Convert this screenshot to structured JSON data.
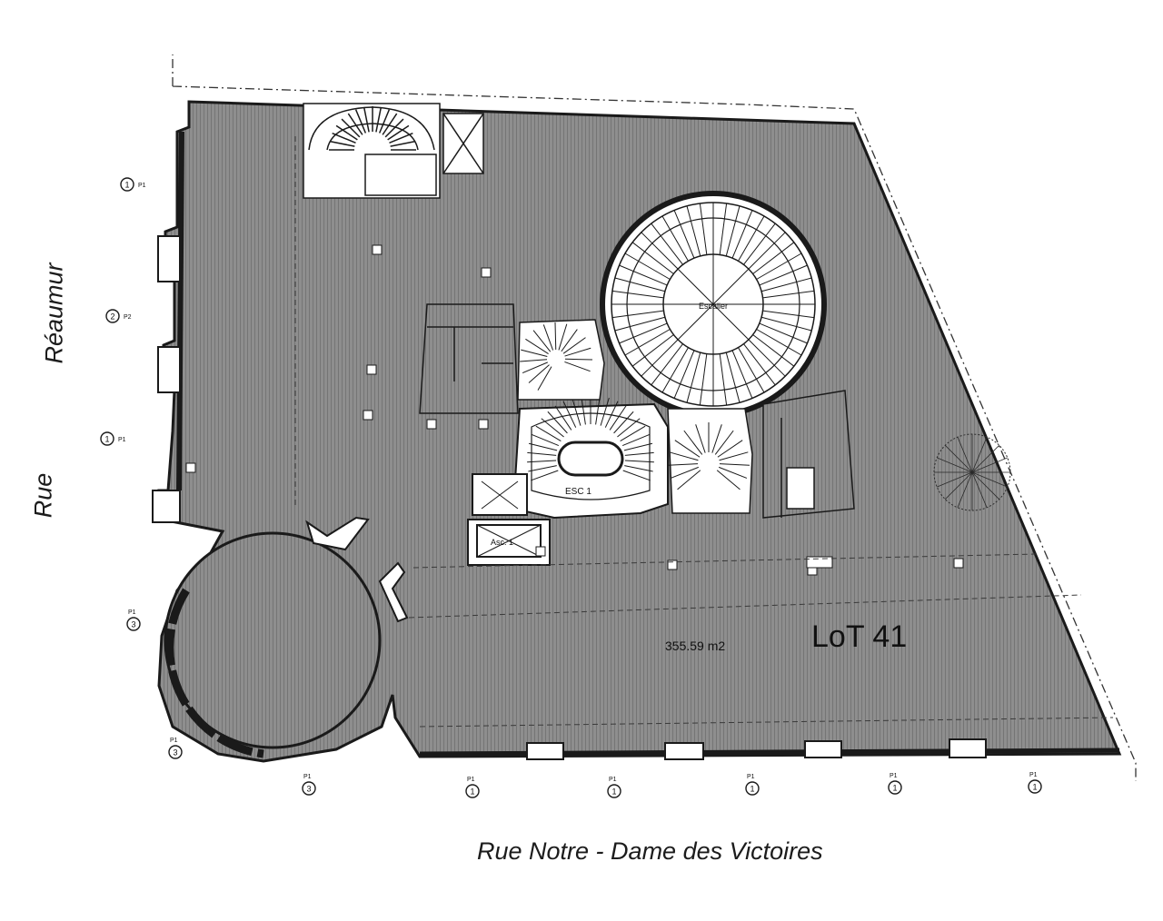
{
  "streets": {
    "bottom": "Rue  Notre - Dame  des  Victoires",
    "left_word1": "Réaumur",
    "left_word2": "Rue"
  },
  "rooms": {
    "area": "355.59 m2",
    "lot": "LoT 41",
    "stair1": "ESC 1",
    "lift": "Asc. 1",
    "rotunda": "Escalier"
  },
  "markers": {
    "m1": {
      "num": "1",
      "code": "P1"
    },
    "m2": {
      "num": "2",
      "code": "P2"
    },
    "m3": {
      "num": "1",
      "code": "P1"
    },
    "m4": {
      "num": "3",
      "code": "P1"
    },
    "m5": {
      "num": "3",
      "code": "P1"
    },
    "b1": {
      "num": "3",
      "code": "P1"
    },
    "b2": {
      "num": "1",
      "code": "P1"
    },
    "b3": {
      "num": "1",
      "code": "P1"
    },
    "b4": {
      "num": "1",
      "code": "P1"
    },
    "b5": {
      "num": "1",
      "code": "P1"
    },
    "b6": {
      "num": "1",
      "code": "P1"
    }
  },
  "colors": {
    "floor": "#8a8a8a",
    "hatch": "#6f6f6f",
    "wall": "#1a1a1a",
    "paper": "#ffffff"
  }
}
